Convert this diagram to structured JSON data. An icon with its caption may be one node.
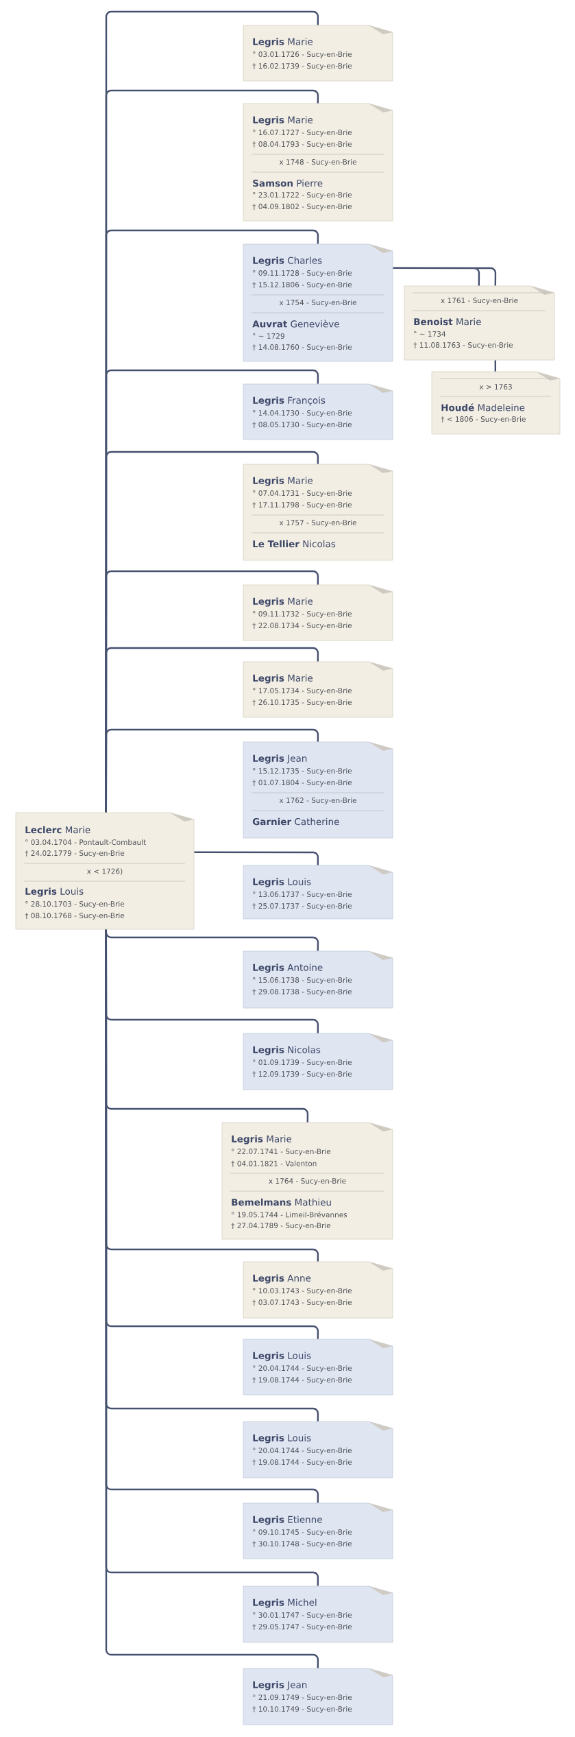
{
  "diagram": {
    "nodes": [
      {
        "text": [
          "**Leclerc** Marie",
          "° 03.04.1704 - Pontault-Combault",
          "† 24.02.1779 - Sucy-en-Brie",
          "x < 1726)",
          "**Legris** Louis",
          "° 28.10.1703 - Sucy-en-Brie",
          "† 08.10.1768 - Sucy-en-Brie"
        ]
      },
      {
        "text": [
          "**Legris** Marie",
          "° 03.01.1726 - Sucy-en-Brie",
          "† 16.02.1739 - Sucy-en-Brie"
        ]
      },
      {
        "text": [
          "**Legris** Marie",
          "° 16.07.1727 - Sucy-en-Brie",
          "† 08.04.1793 - Sucy-en-Brie",
          "x 1748 - Sucy-en-Brie",
          "**Samson** Pierre",
          "° 23.01.1722 - Sucy-en-Brie",
          "† 04.09.1802 - Sucy-en-Brie"
        ]
      },
      {
        "text": [
          "**Legris** Charles",
          "° 09.11.1728 - Sucy-en-Brie",
          "† 15.12.1806 - Sucy-en-Brie",
          "x 1754 - Sucy-en-Brie",
          "**Auvrat** Geneviève",
          "° ~ 1729",
          "† 14.08.1760 - Sucy-en-Brie"
        ]
      },
      {
        "text": [
          "x 1761 - Sucy-en-Brie",
          "**Benoist** Marie",
          "° ~ 1734",
          "† 11.08.1763 - Sucy-en-Brie"
        ]
      },
      {
        "text": [
          "x > 1763",
          "**Houdé** Madeleine",
          "† < 1806 - Sucy-en-Brie"
        ]
      },
      {
        "text": [
          "**Legris** François",
          "° 14.04.1730 - Sucy-en-Brie",
          "† 08.05.1730 - Sucy-en-Brie"
        ]
      },
      {
        "text": [
          "**Legris** Marie",
          "° 07.04.1731 - Sucy-en-Brie",
          "† 17.11.1798 - Sucy-en-Brie",
          "x 1757 - Sucy-en-Brie",
          "**Le Tellier** Nicolas"
        ]
      },
      {
        "text": [
          "**Legris** Marie",
          "° 09.11.1732 - Sucy-en-Brie",
          "† 22.08.1734 - Sucy-en-Brie"
        ]
      },
      {
        "text": [
          "**Legris** Marie",
          "° 17.05.1734 - Sucy-en-Brie",
          "† 26.10.1735 - Sucy-en-Brie"
        ]
      },
      {
        "text": [
          "**Legris** Jean",
          "° 15.12.1735 - Sucy-en-Brie",
          "† 01.07.1804 - Sucy-en-Brie",
          "x 1762 - Sucy-en-Brie",
          "**Garnier** Catherine"
        ]
      },
      {
        "text": [
          "**Legris** Louis",
          "° 13.06.1737 - Sucy-en-Brie",
          "† 25.07.1737 - Sucy-en-Brie"
        ]
      },
      {
        "text": [
          "**Legris** Antoine",
          "° 15.06.1738 - Sucy-en-Brie",
          "† 29.08.1738 - Sucy-en-Brie"
        ]
      },
      {
        "text": [
          "**Legris** Nicolas",
          "° 01.09.1739 - Sucy-en-Brie",
          "† 12.09.1739 - Sucy-en-Brie"
        ]
      },
      {
        "text": [
          "**Legris** Marie",
          "° 22.07.1741 - Sucy-en-Brie",
          "† 04.01.1821 - Valenton",
          "x 1764 - Sucy-en-Brie",
          "**Bemelmans** Mathieu",
          "° 19.05.1744 - Limeil-Brévannes",
          "† 27.04.1789 - Sucy-en-Brie"
        ]
      },
      {
        "text": [
          "**Legris** Anne",
          "° 10.03.1743 - Sucy-en-Brie",
          "† 03.07.1743 - Sucy-en-Brie"
        ]
      },
      {
        "text": [
          "**Legris** Louis",
          "° 20.04.1744 - Sucy-en-Brie",
          "† 19.08.1744 - Sucy-en-Brie"
        ]
      },
      {
        "text": [
          "**Legris** Louis",
          "° 20.04.1744 - Sucy-en-Brie",
          "† 19.08.1744 - Sucy-en-Brie"
        ]
      },
      {
        "text": [
          "**Legris** Etienne",
          "° 09.10.1745 - Sucy-en-Brie",
          "† 30.10.1748 - Sucy-en-Brie"
        ]
      },
      {
        "text": [
          "**Legris** Michel",
          "° 30.01.1747 - Sucy-en-Brie",
          "† 29.05.1747 - Sucy-en-Brie"
        ]
      },
      {
        "text": [
          "**Legris** Jean",
          "° 21.09.1749 - Sucy-en-Brie",
          "† 10.10.1749 - Sucy-en-Brie"
        ]
      }
    ],
    "edges": [
      {
        "from": 0,
        "to": 1,
        "arrow": "none"
      },
      {
        "from": 0,
        "to": 2,
        "arrow": "none"
      },
      {
        "from": 0,
        "to": 3,
        "arrow": "none"
      },
      {
        "from": 3,
        "to": 4,
        "arrow": "none"
      },
      {
        "from": 4,
        "to": 5,
        "arrow": "none"
      },
      {
        "from": 0,
        "to": 6,
        "arrow": "none"
      },
      {
        "from": 0,
        "to": 7,
        "arrow": "none"
      },
      {
        "from": 0,
        "to": 8,
        "arrow": "none"
      },
      {
        "from": 0,
        "to": 9,
        "arrow": "none"
      },
      {
        "from": 0,
        "to": 10,
        "arrow": "none"
      },
      {
        "from": 0,
        "to": 11,
        "arrow": "none"
      },
      {
        "from": 0,
        "to": 12,
        "arrow": "none"
      },
      {
        "from": 0,
        "to": 13,
        "arrow": "none"
      },
      {
        "from": 0,
        "to": 14,
        "arrow": "none"
      },
      {
        "from": 0,
        "to": 15,
        "arrow": "none"
      },
      {
        "from": 0,
        "to": 16,
        "arrow": "none"
      },
      {
        "from": 0,
        "to": 17,
        "arrow": "none"
      },
      {
        "from": 0,
        "to": 18,
        "arrow": "none"
      },
      {
        "from": 0,
        "to": 19,
        "arrow": "none"
      },
      {
        "from": 0,
        "to": 20,
        "arrow": "none"
      }
    ]
  }
}
